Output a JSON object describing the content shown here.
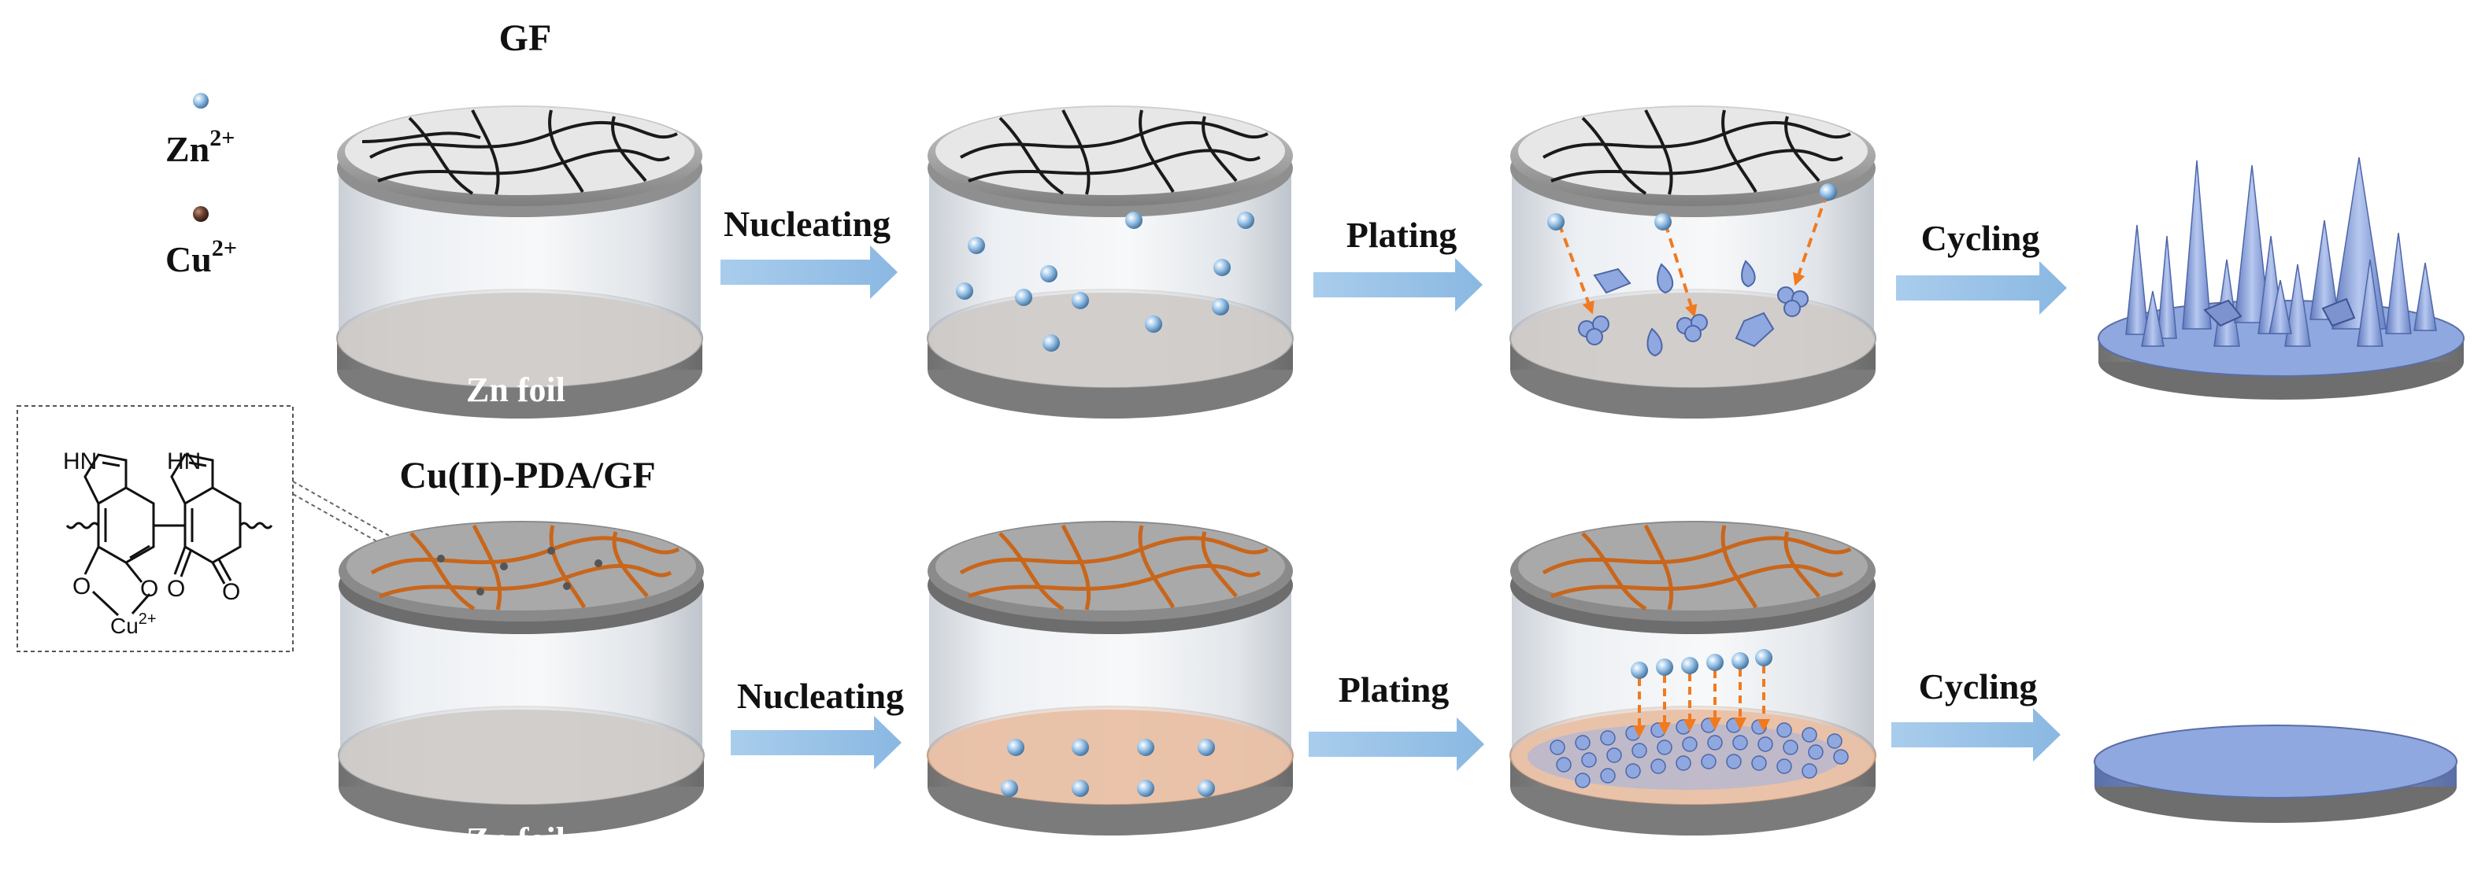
{
  "legend": {
    "zn_ion": "Zn",
    "zn_charge": "2+",
    "cu_ion": "Cu",
    "cu_charge": "2+"
  },
  "rows": {
    "top": {
      "title": "GF",
      "substrate": "Zn foil",
      "step1": "Nucleating",
      "step2": "Plating",
      "step3": "Cycling"
    },
    "bottom": {
      "title": "Cu(II)-PDA/GF",
      "substrate": "Zn foil",
      "step1": "Nucleating",
      "step2": "Plating",
      "step3": "Cycling"
    }
  },
  "structure": {
    "nh_left": "HN",
    "nh_right": "HN",
    "o1": "O",
    "o2": "O",
    "o3": "O",
    "o4": "O",
    "cu": "Cu",
    "cu_charge": "2+"
  },
  "colors": {
    "arrow": "#9cc4e6",
    "fiber_plain": "#1a1a1a",
    "fiber_coated": "#c8661c",
    "foil_zn": "#c9c6c4",
    "foil_cu": "#e4b89c",
    "zinc_blue": "#8fa8df",
    "dashed_guide": "#f07a20"
  }
}
